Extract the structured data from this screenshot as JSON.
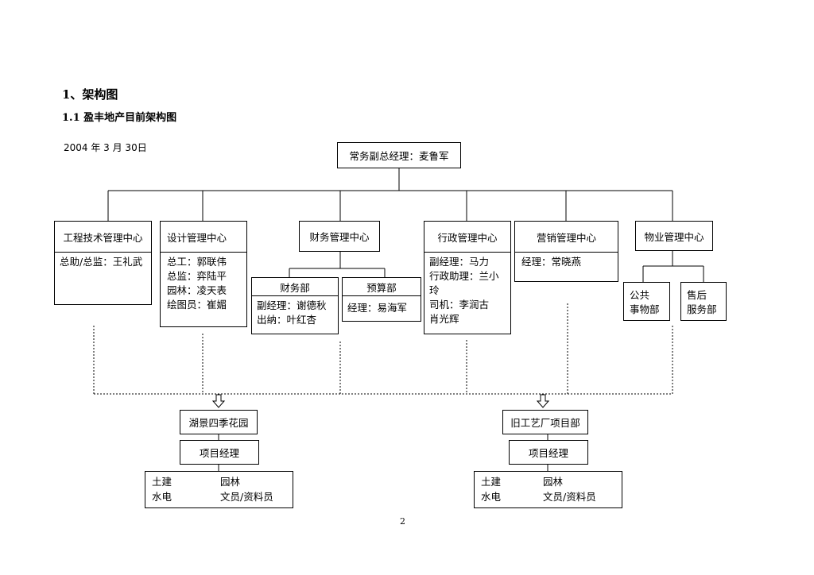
{
  "heading1": "1、架构图",
  "heading2": "1.1 盈丰地产目前架构图",
  "date": "2004 年 3 月 30日",
  "page_number": "2",
  "top": "常务副总经理：麦鲁军",
  "centers": {
    "engineering": {
      "title": "工程技术管理中心",
      "content": "总助/总监：王礼武"
    },
    "design": {
      "title": "设计管理中心",
      "content": "总工：郭联伟\n总监：弈陆平\n园林：凌天表\n绘图员：崔媚"
    },
    "finance": {
      "title": "财务管理中心"
    },
    "admin": {
      "title": "行政管理中心",
      "content": "副经理：马力\n行政助理：兰小\n玲\n司机：李润古\n      肖光辉"
    },
    "marketing": {
      "title": "营销管理中心",
      "content": "经理：常晓燕"
    },
    "property": {
      "title": "物业管理中心"
    }
  },
  "finance_subs": {
    "accounting": {
      "title": "财务部",
      "content": "副经理：谢德秋\n出纳：叶红杏"
    },
    "budget": {
      "title": "预算部",
      "content": "经理：易海军"
    }
  },
  "property_subs": {
    "public": "公共\n事物部",
    "aftersales": "售后\n服务部"
  },
  "projects": [
    {
      "name": "湖景四季花园",
      "manager": "项目经理",
      "staff": [
        "土建",
        "园林",
        "水电",
        "文员/资料员"
      ]
    },
    {
      "name": "旧工艺厂项目部",
      "manager": "项目经理",
      "staff": [
        "土建",
        "园林",
        "水电",
        "文员/资料员"
      ]
    }
  ]
}
